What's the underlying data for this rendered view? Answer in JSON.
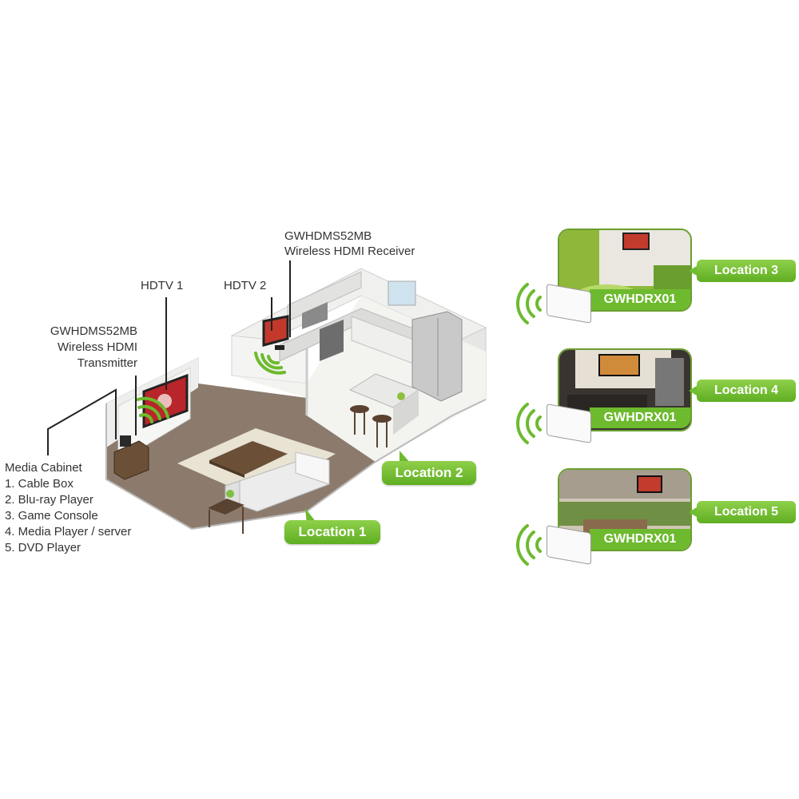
{
  "labels": {
    "receiver_model": "GWHDMS52MB",
    "receiver_desc": "Wireless HDMI Receiver",
    "hdtv1": "HDTV 1",
    "hdtv2": "HDTV 2",
    "transmitter_model": "GWHDMS52MB",
    "transmitter_desc1": "Wireless HDMI",
    "transmitter_desc2": "Transmitter"
  },
  "media_cabinet": {
    "title": "Media Cabinet",
    "items": [
      "1. Cable Box",
      "2. Blu-ray Player",
      "3. Game Console",
      "4. Media Player / server",
      "5. DVD Player"
    ]
  },
  "locations": {
    "loc1": "Location 1",
    "loc2": "Location 2",
    "loc3": "Location 3",
    "loc4": "Location 4",
    "loc5": "Location 5"
  },
  "receivers": [
    {
      "model": "GWHDRX01"
    },
    {
      "model": "GWHDRX01"
    },
    {
      "model": "GWHDRX01"
    }
  ],
  "colors": {
    "accent_green": "#6dba2e",
    "floor_brown": "#8b7a6a",
    "floor_light": "#e9e6df",
    "wall": "#f2f2f0",
    "wave": "#5fae22"
  }
}
